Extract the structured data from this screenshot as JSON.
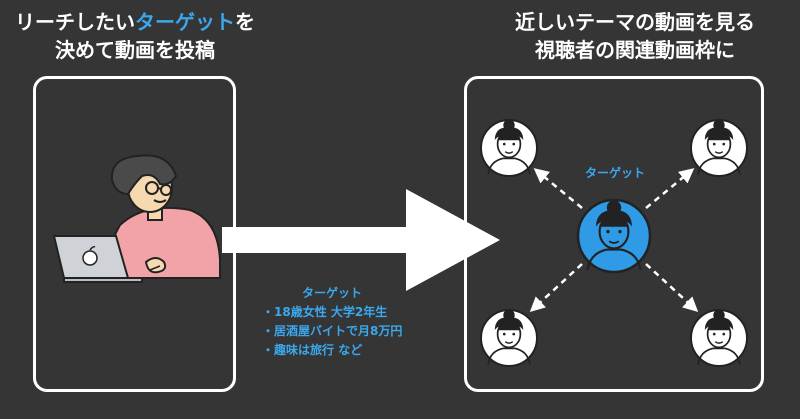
{
  "left_heading": {
    "line1_prefix": "リーチしたい",
    "line1_highlight": "ターゲット",
    "line1_suffix": "を",
    "line2": "決めて動画を投稿"
  },
  "right_heading": {
    "line1": "近しいテーマの動画を見る",
    "line2": "視聴者の関連動画枠に"
  },
  "target_info": {
    "title": "ターゲット",
    "items": [
      "18歳女性 大学2年生",
      "居酒屋バイトで月8万円",
      "趣味は旅行 など"
    ]
  },
  "network": {
    "center_label": "ターゲット",
    "center_color": "#2f9be6",
    "node_color": "#ffffff"
  },
  "colors": {
    "background": "#353535",
    "accent": "#3aa8ee",
    "shirt": "#f2a3a8"
  }
}
